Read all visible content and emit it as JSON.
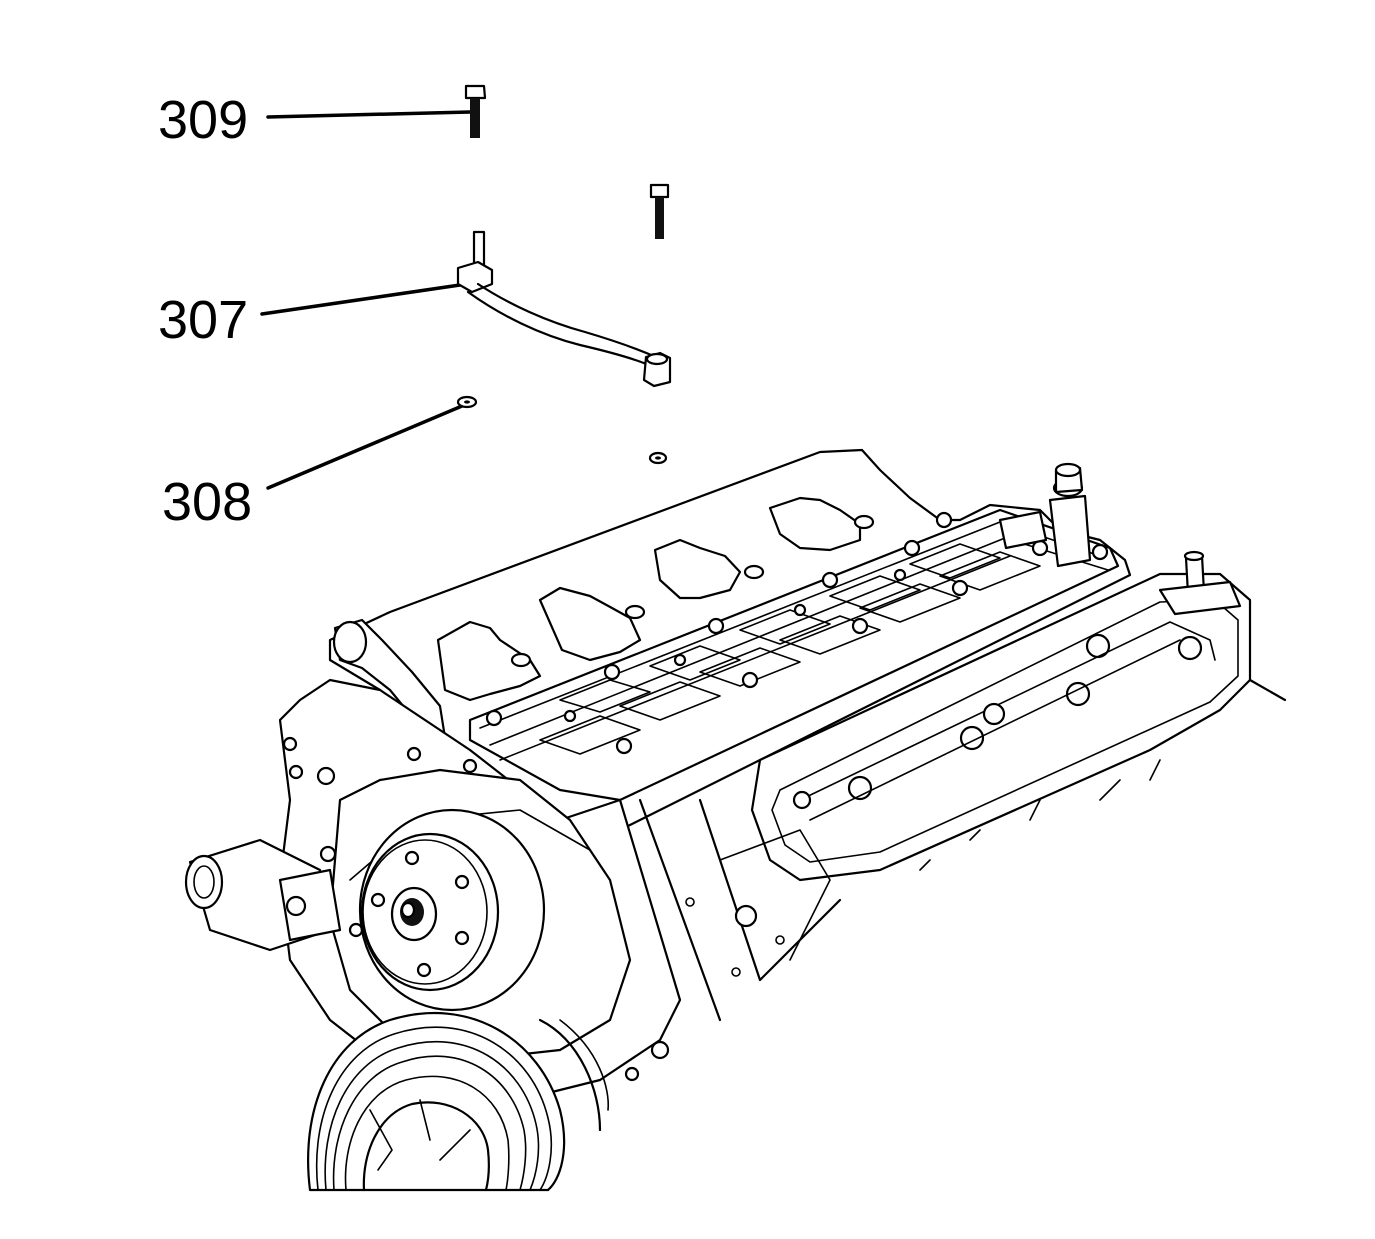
{
  "callouts": [
    {
      "id": "309",
      "text": "309",
      "part": "bolt"
    },
    {
      "id": "307",
      "text": "307",
      "part": "bracket"
    },
    {
      "id": "308",
      "text": "308",
      "part": "washer"
    }
  ],
  "colors": {
    "line": "#000000",
    "background": "#ffffff"
  }
}
